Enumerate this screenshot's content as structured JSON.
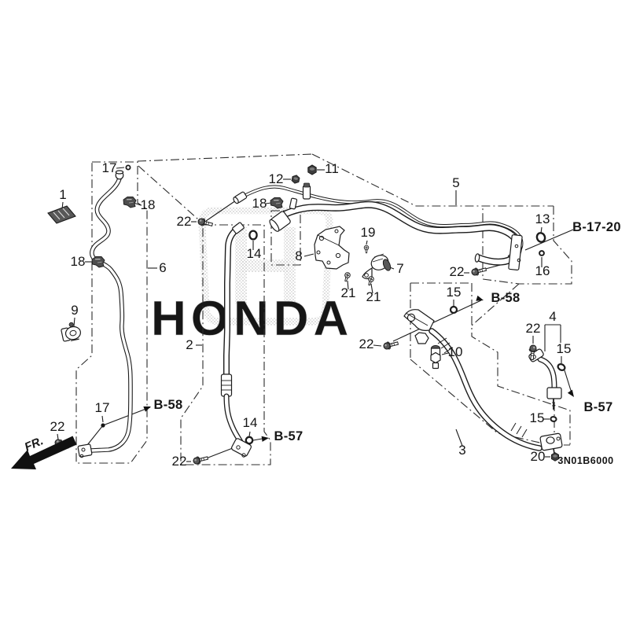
{
  "diagram": {
    "code": "3N01B6000",
    "watermark": "HONDA",
    "front_label": "FR.",
    "callouts": [
      {
        "part": "17"
      },
      {
        "part": "1"
      },
      {
        "part": "18"
      },
      {
        "part": "22"
      },
      {
        "part": "18"
      },
      {
        "part": "6"
      },
      {
        "part": "9"
      },
      {
        "part": "2"
      },
      {
        "part": "12"
      },
      {
        "part": "11"
      },
      {
        "part": "18"
      },
      {
        "part": "14"
      },
      {
        "part": "8"
      },
      {
        "part": "19"
      },
      {
        "part": "7"
      },
      {
        "part": "21"
      },
      {
        "part": "21"
      },
      {
        "part": "5"
      },
      {
        "part": "13"
      },
      {
        "part": "16"
      },
      {
        "part": "22"
      },
      {
        "part": "15"
      },
      {
        "part": "22"
      },
      {
        "part": "10"
      },
      {
        "part": "4"
      },
      {
        "part": "22"
      },
      {
        "part": "15"
      },
      {
        "part": "15"
      },
      {
        "part": "20"
      },
      {
        "part": "3"
      },
      {
        "part": "14"
      },
      {
        "part": "17"
      },
      {
        "part": "22"
      },
      {
        "part": "22"
      }
    ],
    "refs": [
      {
        "label": "B-17-20"
      },
      {
        "label": "B-58"
      },
      {
        "label": "B-58"
      },
      {
        "label": "B-57"
      },
      {
        "label": "B-57"
      }
    ]
  }
}
